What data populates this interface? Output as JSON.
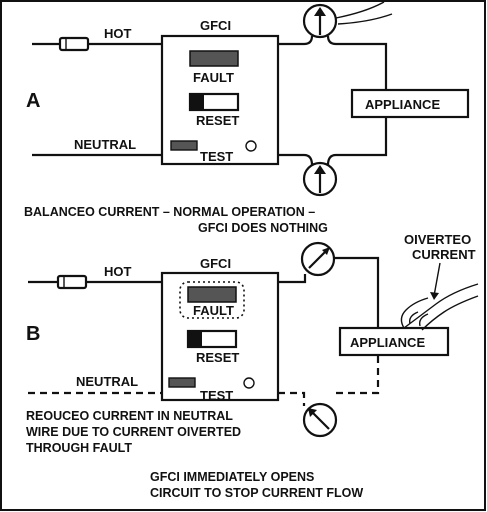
{
  "panel_a": {
    "letter": "A",
    "hot_label": "HOT",
    "neutral_label": "NEUTRAL",
    "gfci_label": "GFCI",
    "fault_label": "FAULT",
    "reset_label": "RESET",
    "test_label": "TEST",
    "appliance_label": "APPLIANCE",
    "caption_line1": "BALANCEO CURRENT – NORMAL OPERATION –",
    "caption_line2": "GFCI DOES NOTHING"
  },
  "panel_b": {
    "letter": "B",
    "hot_label": "HOT",
    "neutral_label": "NEUTRAL",
    "gfci_label": "GFCI",
    "fault_label": "FAULT",
    "reset_label": "RESET",
    "test_label": "TEST",
    "appliance_label": "APPLIANCE",
    "diverted_line1": "OIVERTEO",
    "diverted_line2": "CURRENT",
    "reduced_line1": "REOUCEO CURRENT IN NEUTRAL",
    "reduced_line2": "WIRE DUE TO CURRENT OIVERTED",
    "reduced_line3": "THROUGH FAULT",
    "opens_line1": "GFCI IMMEDIATELY OPENS",
    "opens_line2": "CIRCUIT TO STOP CURRENT FLOW"
  }
}
